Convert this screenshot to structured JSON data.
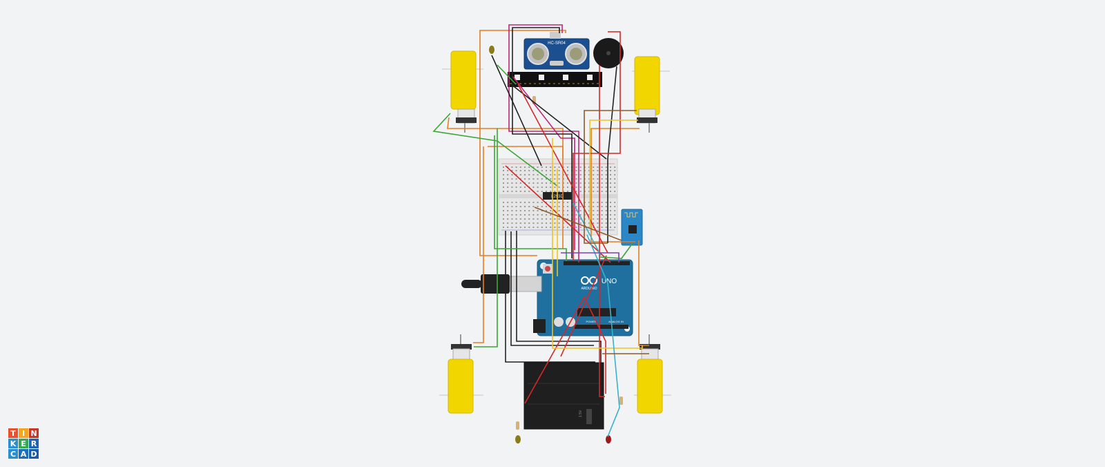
{
  "app": {
    "name": "Tinkercad"
  },
  "logo": {
    "letters": [
      "T",
      "I",
      "N",
      "K",
      "E",
      "R",
      "C",
      "A",
      "D"
    ],
    "colors": [
      "#e8502e",
      "#f3a51d",
      "#c5372d",
      "#2a8fd0",
      "#35a853",
      "#1c65b5",
      "#2a8fd0",
      "#1d6fbe",
      "#1c5ba8"
    ]
  },
  "components": {
    "ultrasonic_label": "HC-SR04",
    "ic_label": "L293D",
    "arduino_brand": "ARDUINO",
    "arduino_model": "UNO",
    "arduino_power_label": "POWER",
    "arduino_analog_label": "ANALOG IN",
    "battery_label": "1.5V"
  },
  "colors": {
    "wire_red": "#d62828",
    "wire_black": "#222222",
    "wire_orange": "#e67e22",
    "wire_green": "#3aa635",
    "wire_yellow": "#f0c419",
    "wire_magenta": "#c0267a",
    "wire_cyan": "#3bb0c9",
    "wire_brown": "#8b5a2b",
    "wire_purple": "#7b3fb5",
    "motor_yellow": "#f2d600",
    "arduino_blue": "#1f6f9f",
    "esp_blue": "#2b87c5"
  }
}
